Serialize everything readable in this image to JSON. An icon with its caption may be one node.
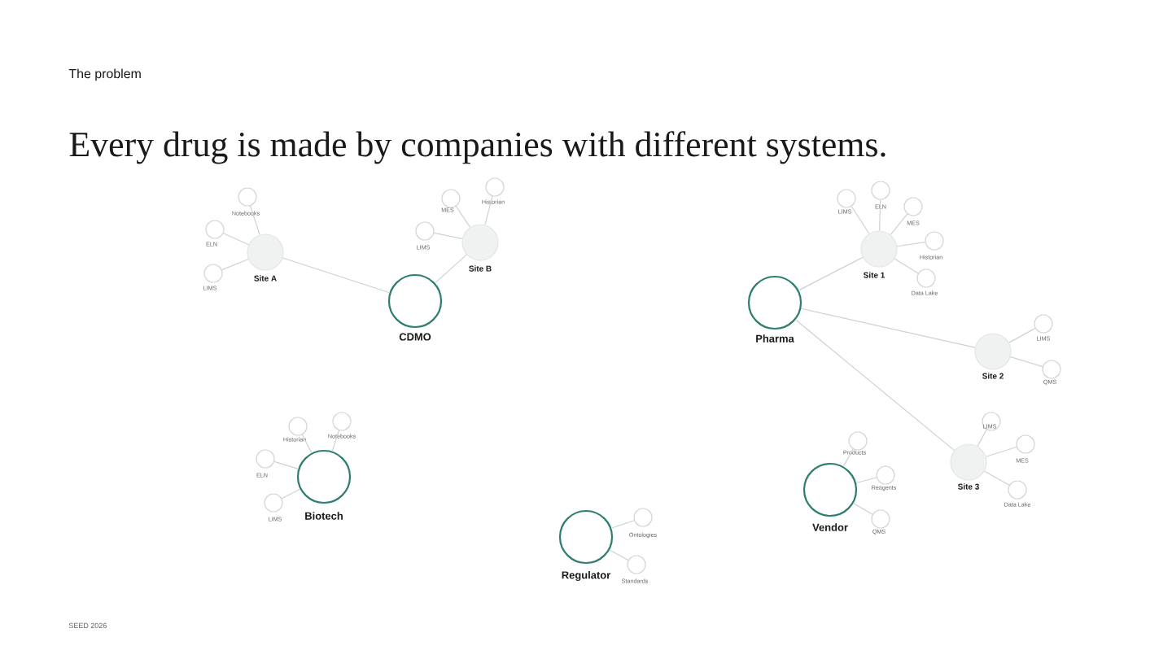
{
  "diagram": {
    "title": "Every drug is made by companies with different systems.",
    "nodes": [
      {
        "text": [
          "CDMO"
        ]
      },
      {
        "text": [
          "Site A"
        ]
      },
      {
        "text": [
          "Notebooks"
        ]
      },
      {
        "text": [
          "ELN"
        ]
      },
      {
        "text": [
          "LIMS"
        ]
      },
      {
        "text": [
          "Site B"
        ]
      },
      {
        "text": [
          "MES"
        ]
      },
      {
        "text": [
          "Historian"
        ]
      },
      {
        "text": [
          "LIMS"
        ]
      },
      {
        "text": [
          "Pharma"
        ]
      },
      {
        "text": [
          "Site 1"
        ]
      },
      {
        "text": [
          "LIMS"
        ]
      },
      {
        "text": [
          "ELN"
        ]
      },
      {
        "text": [
          "MES"
        ]
      },
      {
        "text": [
          "Historian"
        ]
      },
      {
        "text": [
          "Data Lake"
        ]
      },
      {
        "text": [
          "Site 2"
        ]
      },
      {
        "text": [
          "LIMS"
        ]
      },
      {
        "text": [
          "QMS"
        ]
      },
      {
        "text": [
          "Site 3"
        ]
      },
      {
        "text": [
          "LIMS"
        ]
      },
      {
        "text": [
          "MES"
        ]
      },
      {
        "text": [
          "Data Lake"
        ]
      },
      {
        "text": [
          "Biotech"
        ]
      },
      {
        "text": [
          "Historian"
        ]
      },
      {
        "text": [
          "Notebooks"
        ]
      },
      {
        "text": [
          "ELN"
        ]
      },
      {
        "text": [
          "LIMS"
        ]
      },
      {
        "text": [
          "Vendor"
        ]
      },
      {
        "text": [
          "Products"
        ]
      },
      {
        "text": [
          "Reagents"
        ]
      },
      {
        "text": [
          "QMS"
        ]
      },
      {
        "text": [
          "Regulator"
        ]
      },
      {
        "text": [
          "Ontologies"
        ]
      },
      {
        "text": [
          "Standards"
        ]
      }
    ],
    "edges": [
      {
        "from": 0,
        "to": 1,
        "arrow": "none"
      },
      {
        "from": 1,
        "to": 2,
        "arrow": "none"
      },
      {
        "from": 1,
        "to": 3,
        "arrow": "none"
      },
      {
        "from": 1,
        "to": 4,
        "arrow": "none"
      },
      {
        "from": 0,
        "to": 5,
        "arrow": "none"
      },
      {
        "from": 5,
        "to": 6,
        "arrow": "none"
      },
      {
        "from": 5,
        "to": 7,
        "arrow": "none"
      },
      {
        "from": 5,
        "to": 8,
        "arrow": "none"
      },
      {
        "from": 9,
        "to": 10,
        "arrow": "none"
      },
      {
        "from": 10,
        "to": 11,
        "arrow": "none"
      },
      {
        "from": 10,
        "to": 12,
        "arrow": "none"
      },
      {
        "from": 10,
        "to": 13,
        "arrow": "none"
      },
      {
        "from": 10,
        "to": 14,
        "arrow": "none"
      },
      {
        "from": 10,
        "to": 15,
        "arrow": "none"
      },
      {
        "from": 9,
        "to": 16,
        "arrow": "none"
      },
      {
        "from": 16,
        "to": 17,
        "arrow": "none"
      },
      {
        "from": 16,
        "to": 18,
        "arrow": "none"
      },
      {
        "from": 9,
        "to": 19,
        "arrow": "none"
      },
      {
        "from": 19,
        "to": 20,
        "arrow": "none"
      },
      {
        "from": 19,
        "to": 21,
        "arrow": "none"
      },
      {
        "from": 19,
        "to": 22,
        "arrow": "none"
      },
      {
        "from": 23,
        "to": 24,
        "arrow": "none"
      },
      {
        "from": 23,
        "to": 25,
        "arrow": "none"
      },
      {
        "from": 23,
        "to": 26,
        "arrow": "none"
      },
      {
        "from": 23,
        "to": 27,
        "arrow": "none"
      },
      {
        "from": 28,
        "to": 29,
        "arrow": "none"
      },
      {
        "from": 28,
        "to": 30,
        "arrow": "none"
      },
      {
        "from": 28,
        "to": 31,
        "arrow": "none"
      },
      {
        "from": 32,
        "to": 33,
        "arrow": "none"
      },
      {
        "from": 32,
        "to": 34,
        "arrow": "none"
      }
    ],
    "labels": [
      "The problem",
      "SEED 2026"
    ]
  }
}
